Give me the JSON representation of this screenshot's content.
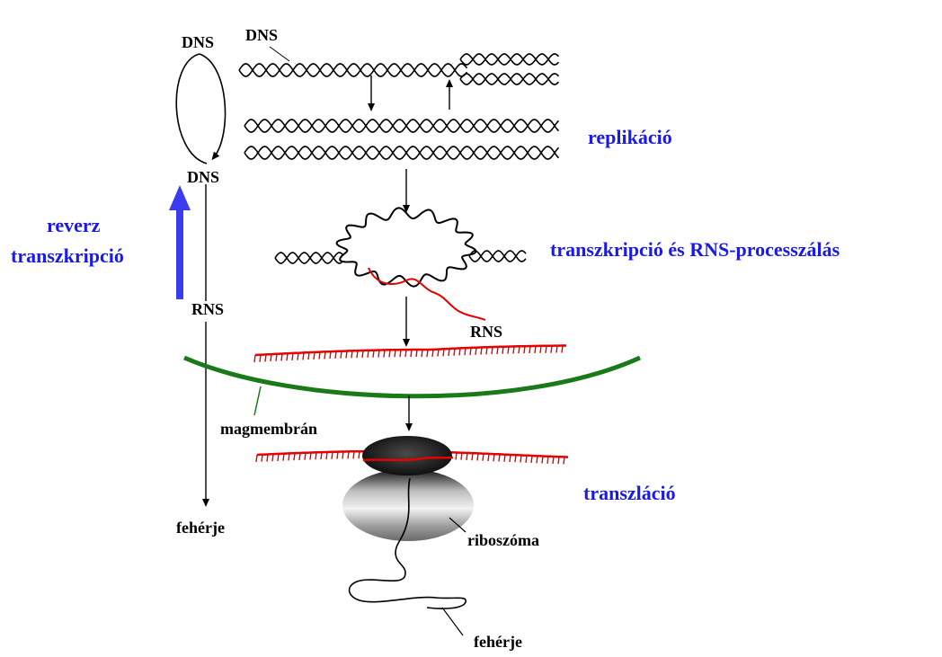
{
  "labels": {
    "dns_top_left": "DNS",
    "dns_top_strand": "DNS",
    "dns_loop": "DNS",
    "rns_left": "RNS",
    "rns_transcript": "RNS",
    "replication": "replikáció",
    "transcription": "transzkripció és RNS-processzálás",
    "reverse_line1": "reverz",
    "reverse_line2": "transzkripció",
    "nuclear_membrane": "magmembrán",
    "translation": "transzláció",
    "ribosome": "riboszóma",
    "protein_left": "fehérje",
    "protein_bottom": "fehérje"
  },
  "colors": {
    "text_black": "#000000",
    "text_blue": "#1a1ae6",
    "arrow_blue": "#3b3bf0",
    "rna_red": "#e60000",
    "membrane_green": "#1a7a1a",
    "dna_black": "#000000"
  }
}
